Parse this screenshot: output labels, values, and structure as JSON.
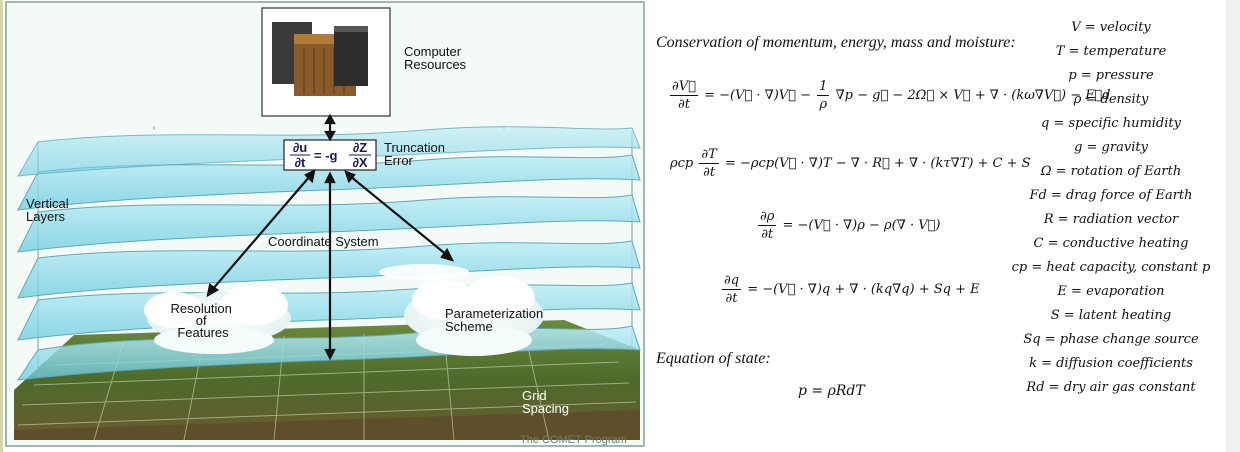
{
  "diagram": {
    "computer_resources": "Computer\nResources",
    "truncation_error": "Truncation\nError",
    "vertical_layers": "Vertical\nLayers",
    "coordinate_system": "Coordinate System",
    "resolution": "Resolution\nof\nFeatures",
    "parameterization": "Parameterization\nScheme",
    "grid_spacing": "Grid\nSpacing",
    "credit": "The COMET Program",
    "box_eq": {
      "lhs_num": "∂u",
      "lhs_den": "∂t",
      "mid": "= -g",
      "rhs_num": "∂Z",
      "rhs_den": "∂X"
    }
  },
  "equations": {
    "conservation_heading": "Conservation of momentum, energy, mass and moisture:",
    "momentum": {
      "lhs_num": "∂V⃗",
      "lhs_den": "∂t",
      "a": "= −(V⃗ · ∇)V⃗ −",
      "c_num": "1",
      "c_den": "ρ",
      "b": "∇p − g⃗ − 2Ω⃗ × V⃗ + ∇ · (kω∇V⃗) − F⃗d"
    },
    "energy": {
      "pre": "ρcp",
      "lhs_num": "∂T",
      "lhs_den": "∂t",
      "a": "= −ρcp(V⃗ · ∇)T − ∇ · R⃗ + ∇ · (kτ∇T) + C + S"
    },
    "mass": {
      "lhs_num": "∂ρ",
      "lhs_den": "∂t",
      "a": "= −(V⃗ · ∇)ρ − ρ(∇ · V⃗)"
    },
    "moisture": {
      "lhs_num": "∂q",
      "lhs_den": "∂t",
      "a": "= −(V⃗ · ∇)q + ∇ · (kq∇q) + Sq + E"
    },
    "state_heading": "Equation of state:",
    "state": "p = ρRdT"
  },
  "legend": [
    "V = velocity",
    "T = temperature",
    "p = pressure",
    "ρ = density",
    "q = specific humidity",
    "g = gravity",
    "Ω = rotation of Earth",
    "Fd = drag force of Earth",
    "R = radiation vector",
    "C = conductive heating",
    "cp = heat capacity, constant p",
    "E = evaporation",
    "S = latent heating",
    "Sq = phase change source",
    "k = diffusion coefficients",
    "Rd = dry air gas constant"
  ],
  "colors": {
    "frame_border": "#d5d7a8",
    "water": "#8fd6e6",
    "terrain": "#5f7a3a",
    "sky": "#f3faf7"
  }
}
